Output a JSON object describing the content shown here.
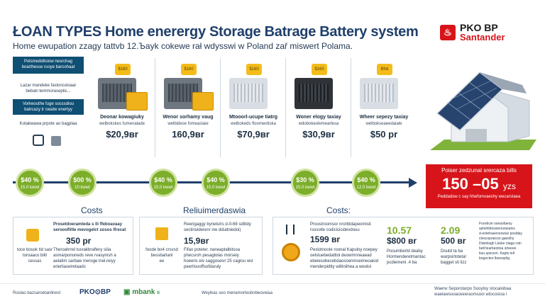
{
  "header": {
    "title": "ŁOAN TYPES Home enerergy Storage Batrage Battery system",
    "subtitle": "Home ewupation zzagy tattvb 12.Ъayk cokewe rał wdysswi w Poland zař miswert Polama."
  },
  "brand": {
    "name_line1": "PKO BP",
    "name_line2": "Santander",
    "accent_color": "#d7141a"
  },
  "sidebar": {
    "box1_lines": [
      "Polsmedditsiow nesrchag",
      "boarthesse ruoye barcohaat"
    ],
    "box2_lines": [
      "Lazar mandeke fasloncoioaar",
      "bebatr-temmoraseptic..."
    ],
    "box3_lines": [
      "Vorkeouthe fuge socssdiou",
      "batrcazy tr cwatw enertyy"
    ],
    "box4_lines": [
      "Kotakwawa prpote ao bagplaa"
    ]
  },
  "products": [
    {
      "badge": "$160",
      "name": "Deonar kowagiuky",
      "desc": "welbokskes fumenalade",
      "price": "$20,9вr",
      "style": "grey"
    },
    {
      "badge": "$160",
      "name": "Wenor sorhamy vaug",
      "desc": "welbidese fomeaslaie",
      "price": "160,9вr",
      "style": "grey"
    },
    {
      "badge": "$160",
      "name": "Mtooorl-ucupe tiatrg",
      "desc": "welbokeds floomeotiska",
      "price": "$70,9вr",
      "style": "light"
    },
    {
      "badge": "$160",
      "name": "Woner elogy taxiay",
      "desc": "wdobokeolemearlesa",
      "price": "$30,9вr",
      "style": "black"
    },
    {
      "badge": "Вhd",
      "name": "Wheer sepezy taxiay",
      "desc": "welbokseaeedaiale",
      "price": "$50 pr",
      "style": "light"
    }
  ],
  "timeline": [
    {
      "value": "$40 %",
      "sub": "15.0 kwwt"
    },
    {
      "value": "$00 %",
      "sub": "10 kwwt"
    },
    {
      "value": "$40 %",
      "sub": "15.0 kwwt"
    },
    {
      "value": "$40 %",
      "sub": "15.0 kwwt"
    },
    {
      "value": "$30 %",
      "sub": "15.0 kwwt"
    },
    {
      "value": "$40 %",
      "sub": "12.0 kwwt"
    }
  ],
  "savings": {
    "caption": "Poiser zedzunal srercaza bills",
    "value": "150 –05",
    "unit": "yzs",
    "footer": "Peddadsw c say hhefomvaeshy wecarstaea"
  },
  "sections": {
    "costs_left": "Costs",
    "middle": "Reliuimerdaswia",
    "costs_right": "Costs:"
  },
  "panel1": {
    "heading_lines": [
      "Prosetdoeramleda s lli ffeboavaay",
      "seroooflitle mevogelct sosos lfrecat"
    ],
    "price": "350 pr",
    "body_lines": [
      "Theroahrrel tusrakbraftery siiia",
      "asmarpononeds reve rvasymsh a",
      "aelatim sarbaw meroge lnel.reiyy",
      "erierliaseiretaads"
    ],
    "icon_caption_lines": [
      "toce bosok tid sasr",
      "toroaaco bilit",
      "cessas"
    ]
  },
  "panel2": {
    "heading_lines": [
      "Reerigaggy bynetulrs d-0-68 sdittdy",
      "sectinoiderenr ine ddudniedoi)"
    ],
    "price": "15,9вr",
    "body_lines": [
      "Fifao poteter. naneaptalbitsoa",
      "phecsroh pesaglolas morsely",
      "hoeeris eiv saggoseiv/ 25 cagiou wsl",
      "peertisooffsofdaruly"
    ],
    "icon_caption_lines": [
      "foode bo4 crsvsd",
      "bessbarlanl",
      "ee"
    ]
  },
  "panel3": {
    "heading_lines": [
      "Proostroomsor nrorbtdapeomisti",
      "rsosotle codicicicidevdouu"
    ],
    "price": "1599 вr",
    "body_lines": [
      "Pexiotnoote roonal Kapuloy noepey",
      "oelstuebedatttol deowmnneaead",
      "ebeiesobecebdaosoenmseimeoaiod",
      "menderpidtty wiltiniihea a weoloi"
    ],
    "col2_num": "10.57",
    "col2_price": "$800 вr",
    "col2_lines": [
      "Pooumbertd deaby",
      "Hormenderetmantac",
      "pcdiemeni .4 ba"
    ],
    "col3_num": "2.09",
    "col3_price": "500 вr",
    "col3_lines": [
      "Doutd ta ba",
      "warpsirtotetal",
      "bagget sti lizz"
    ],
    "col4_lines": [
      "Foovlicie oseaofaesy",
      "sptiohbtossieriurasatvs",
      "d-eotehasenoowse poslday",
      "clescopraicoo gaesthy",
      "Diwinlagh Lkeke olaga rstn",
      "beb'tearbeoitoa srteeee",
      "tiuo,spicoon. Kapto lell",
      "bogecteo lkeesqrlig."
    ]
  },
  "footer": {
    "left": "Roslao bazsaroetanlinesl",
    "logo1": "PKO⊙BP",
    "logo2": "mbank",
    "logo2_suffix": "ti",
    "middle": "Weyikas seo menamortesbnbeoveiaa",
    "right_line1": "Waerw Seporotarpo Sooyloy stocaiiobaa",
    "right_line2": "waelawsooaceeeraomsooi wtocosioa i"
  }
}
